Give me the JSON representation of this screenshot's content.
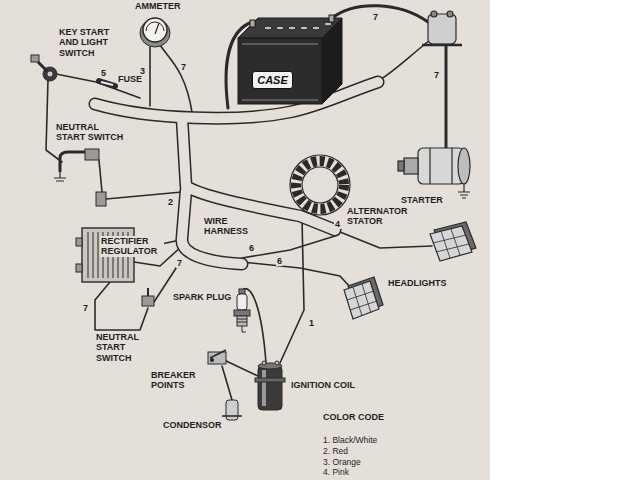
{
  "diagram": {
    "nodes": [
      {
        "text": [
          "CASE"
        ]
      }
    ],
    "labels": [
      "AMMETER",
      "KEY START AND LIGHT SWITCH",
      "7",
      "5",
      "FUSE",
      "3",
      "7",
      "7",
      "NEUTRAL START SWITCH",
      "2",
      "STARTER",
      "WIRE HARNESS",
      "ALTERNATOR STATOR",
      "4",
      "RECTIFIER REGULATOR",
      "7",
      "6",
      "6",
      "HEADLIGHTS",
      "SPARK PLUG",
      "7",
      "1",
      "NEUTRAL START SWITCH",
      "BREAKER POINTS",
      "IGNITION COIL",
      "CONDENSOR",
      "COLOR CODE",
      "1. Black/White",
      "2. Red",
      "3. Orange",
      "4. Pink"
    ]
  }
}
